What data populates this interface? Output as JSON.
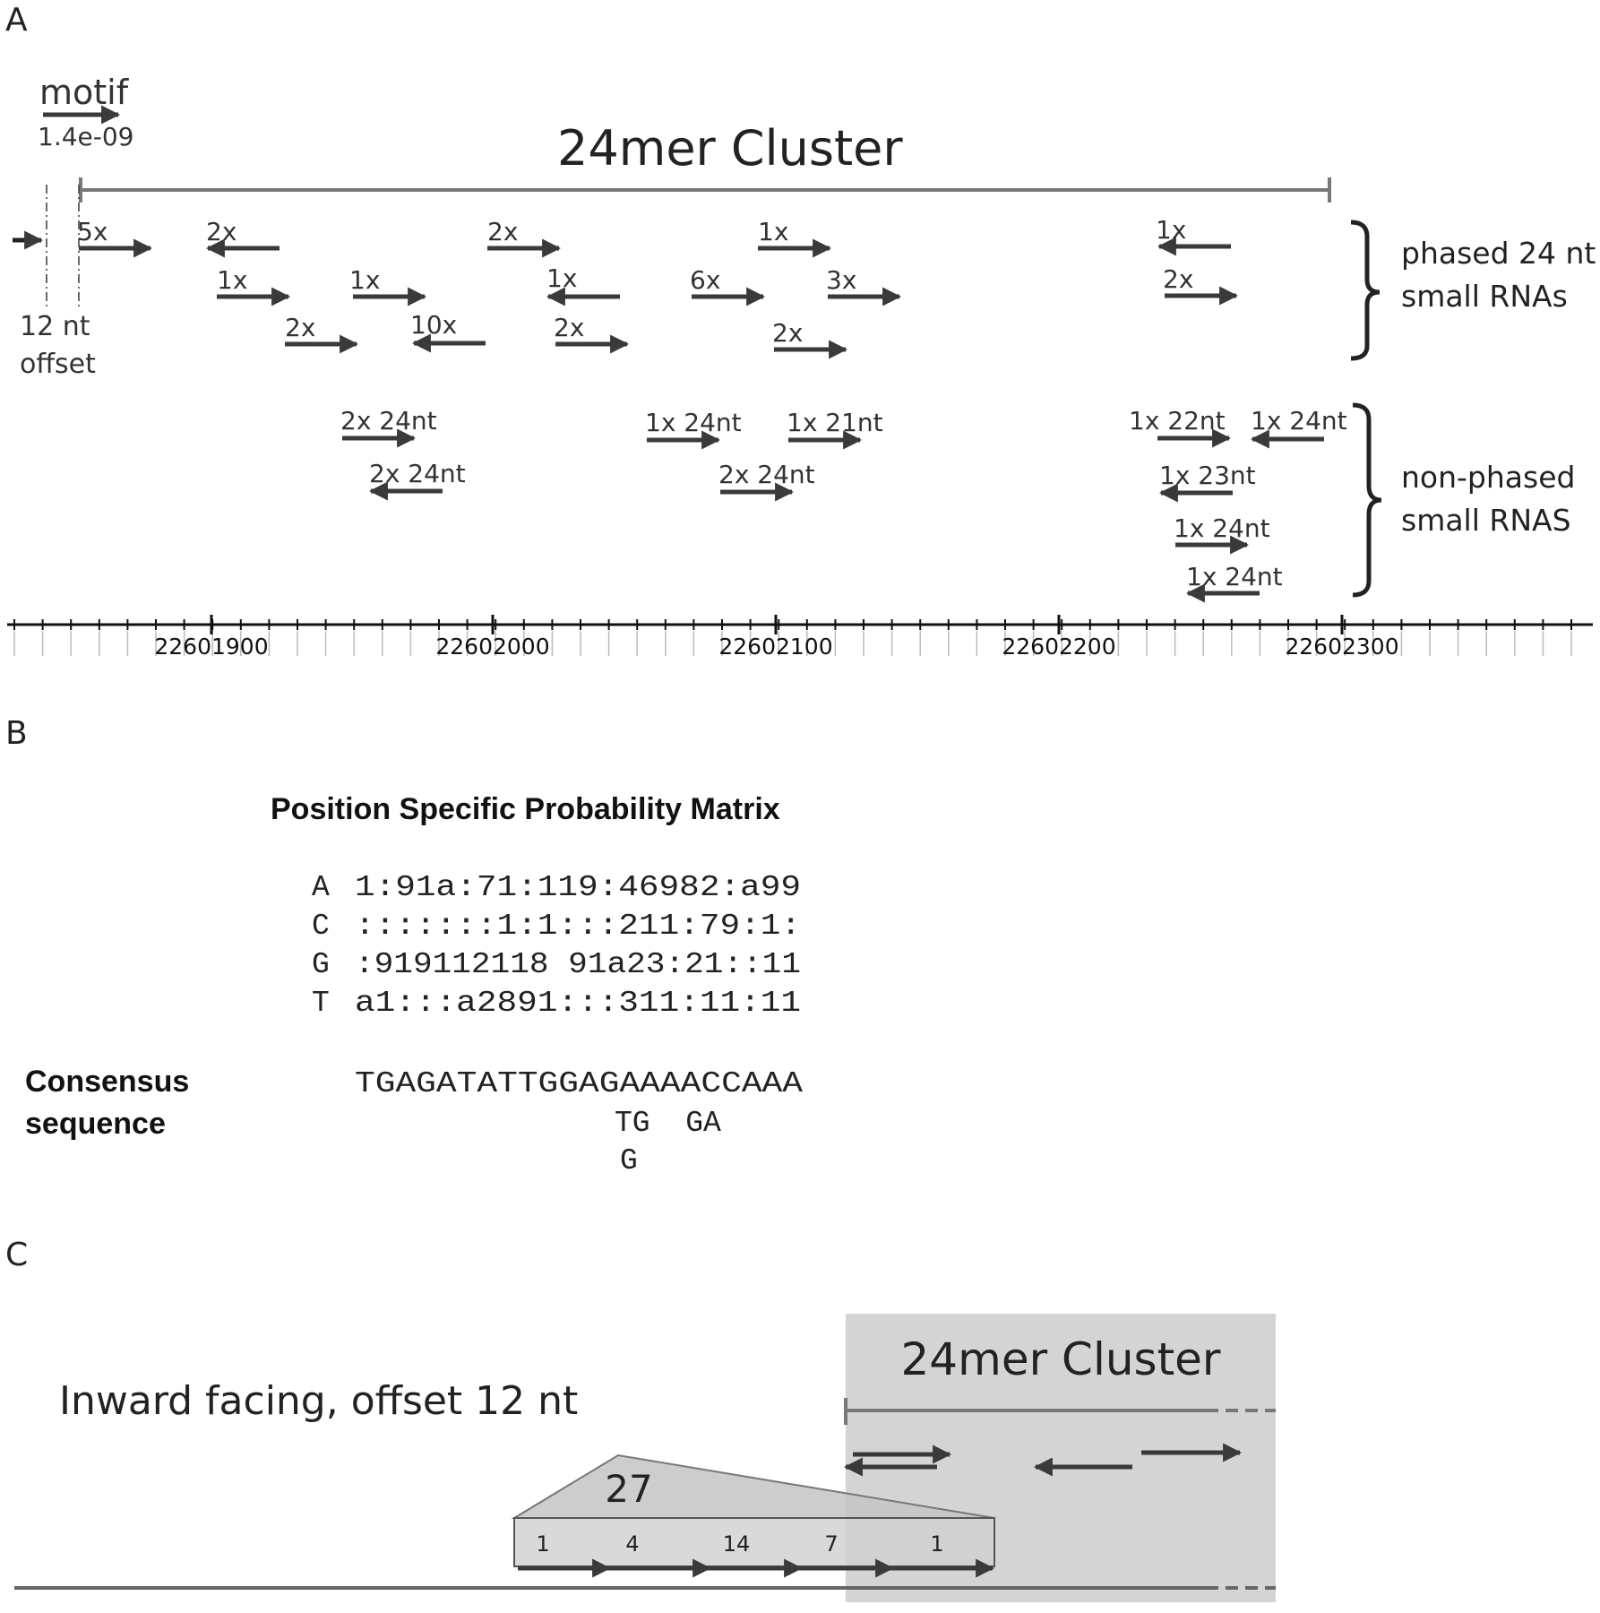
{
  "panel_a": {
    "panel_label": "A",
    "motif_label": "motif",
    "motif_pvalue": "1.4e-09",
    "cluster_title": "24mer Cluster",
    "offset_label_1": "12 nt",
    "offset_label_2": "offset",
    "phased_bracket_1": "phased 24 nt",
    "phased_bracket_2": "small RNAs",
    "nonphased_bracket_1": "non-phased",
    "nonphased_bracket_2": "small RNAS",
    "phased_labels": [
      "5x",
      "2x",
      "2x",
      "1x",
      "1x",
      "1x",
      "1x",
      "1x",
      "6x",
      "3x",
      "2x",
      "2x",
      "10x",
      "2x",
      "2x"
    ],
    "nonphased_labels": [
      "2x  24nt",
      "2x  24nt",
      "1x  24nt",
      "1x  21nt",
      "2x  24nt",
      "1x  22nt",
      "1x  24nt",
      "1x  23nt",
      "1x  24nt",
      "1x  24nt"
    ],
    "axis_ticks": [
      "22601900",
      "22602000",
      "22602100",
      "22602200",
      "22602300"
    ]
  },
  "panel_b": {
    "panel_label": "B",
    "matrix_title": "Position Specific Probability Matrix",
    "matrix_rows": [
      {
        "base": "A",
        "values": "1:91a:71:119:46982:a99"
      },
      {
        "base": "C",
        "values": ":::::::1:1:::211:79:1:"
      },
      {
        "base": "G",
        "values": ":919112118 91a23:21::11"
      },
      {
        "base": "T",
        "values": "a1:::a2891:::311:11:11"
      }
    ],
    "consensus_label_1": "Consensus",
    "consensus_label_2": "sequence",
    "consensus_main": "TGAGATATTGGAGAAAACCAAA",
    "consensus_alt_1": "TG  GA",
    "consensus_alt_2": "G"
  },
  "panel_c": {
    "panel_label": "C",
    "cluster_title": "24mer Cluster",
    "orientation_label": "Inward facing, offset 12 nt",
    "total_count": "27",
    "segment_counts": [
      "1",
      "4",
      "14",
      "7",
      "1"
    ]
  }
}
